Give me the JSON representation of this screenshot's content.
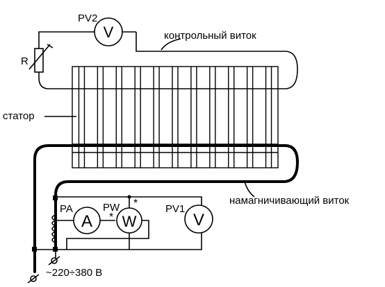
{
  "labels": {
    "pv2": "PV2",
    "pv1": "PV1",
    "pa": "PA",
    "pw": "PW",
    "r": "R",
    "control_turn": "контрольный виток",
    "magnetizing_turn": "намагничивающий виток",
    "stator": "статор",
    "supply": "~220÷380 В",
    "star1": "*",
    "star2": "*"
  },
  "meters": {
    "voltmeter_symbol": "V",
    "ammeter_symbol": "A",
    "wattmeter_symbol": "W"
  }
}
